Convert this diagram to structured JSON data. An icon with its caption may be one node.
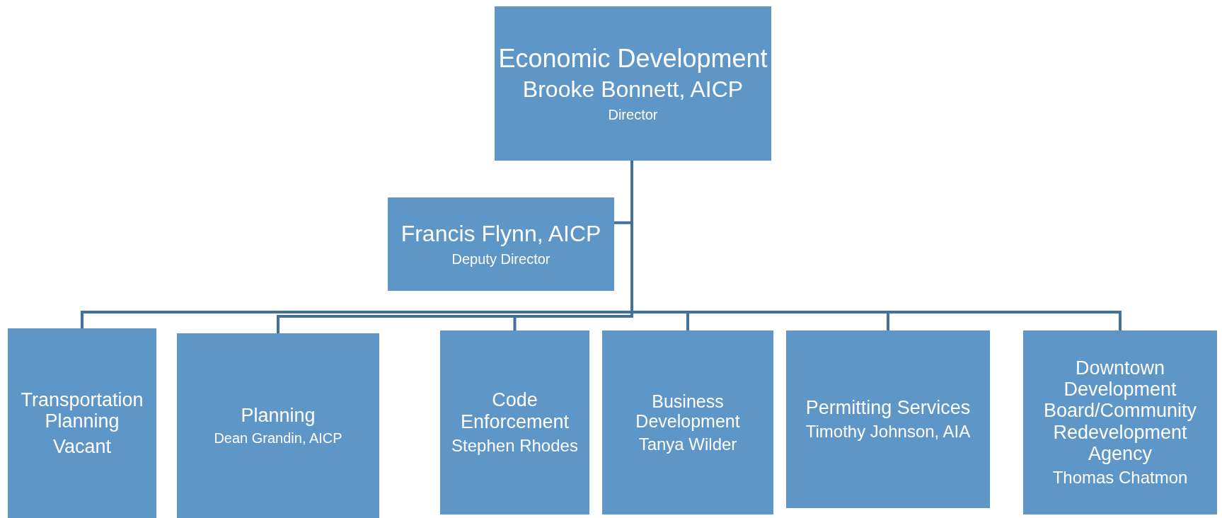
{
  "diagram": {
    "nodes": [
      {
        "text": [
          "Economic Development",
          "Brooke Bonnett, AICP",
          "Director"
        ]
      },
      {
        "text": [
          "Francis Flynn, AICP",
          "Deputy Director"
        ]
      },
      {
        "text": [
          "Transportation Planning",
          "Vacant"
        ]
      },
      {
        "text": [
          "Planning",
          "Dean Grandin, AICP"
        ]
      },
      {
        "text": [
          "Code Enforcement",
          "Stephen Rhodes"
        ]
      },
      {
        "text": [
          "Business Development",
          "Tanya Wilder"
        ]
      },
      {
        "text": [
          "Permitting Services",
          "Timothy Johnson, AIA"
        ]
      },
      {
        "text": [
          "Downtown Development Board/Community Redevelopment Agency",
          "Thomas Chatmon"
        ]
      }
    ],
    "edges": [
      {
        "from": 0,
        "to": 1,
        "arrow": "none"
      },
      {
        "from": 0,
        "to": 2,
        "arrow": "none"
      },
      {
        "from": 0,
        "to": 3,
        "arrow": "none"
      },
      {
        "from": 0,
        "to": 4,
        "arrow": "none"
      },
      {
        "from": 0,
        "to": 5,
        "arrow": "none"
      },
      {
        "from": 0,
        "to": 6,
        "arrow": "none"
      },
      {
        "from": 0,
        "to": 7,
        "arrow": "none"
      }
    ]
  }
}
